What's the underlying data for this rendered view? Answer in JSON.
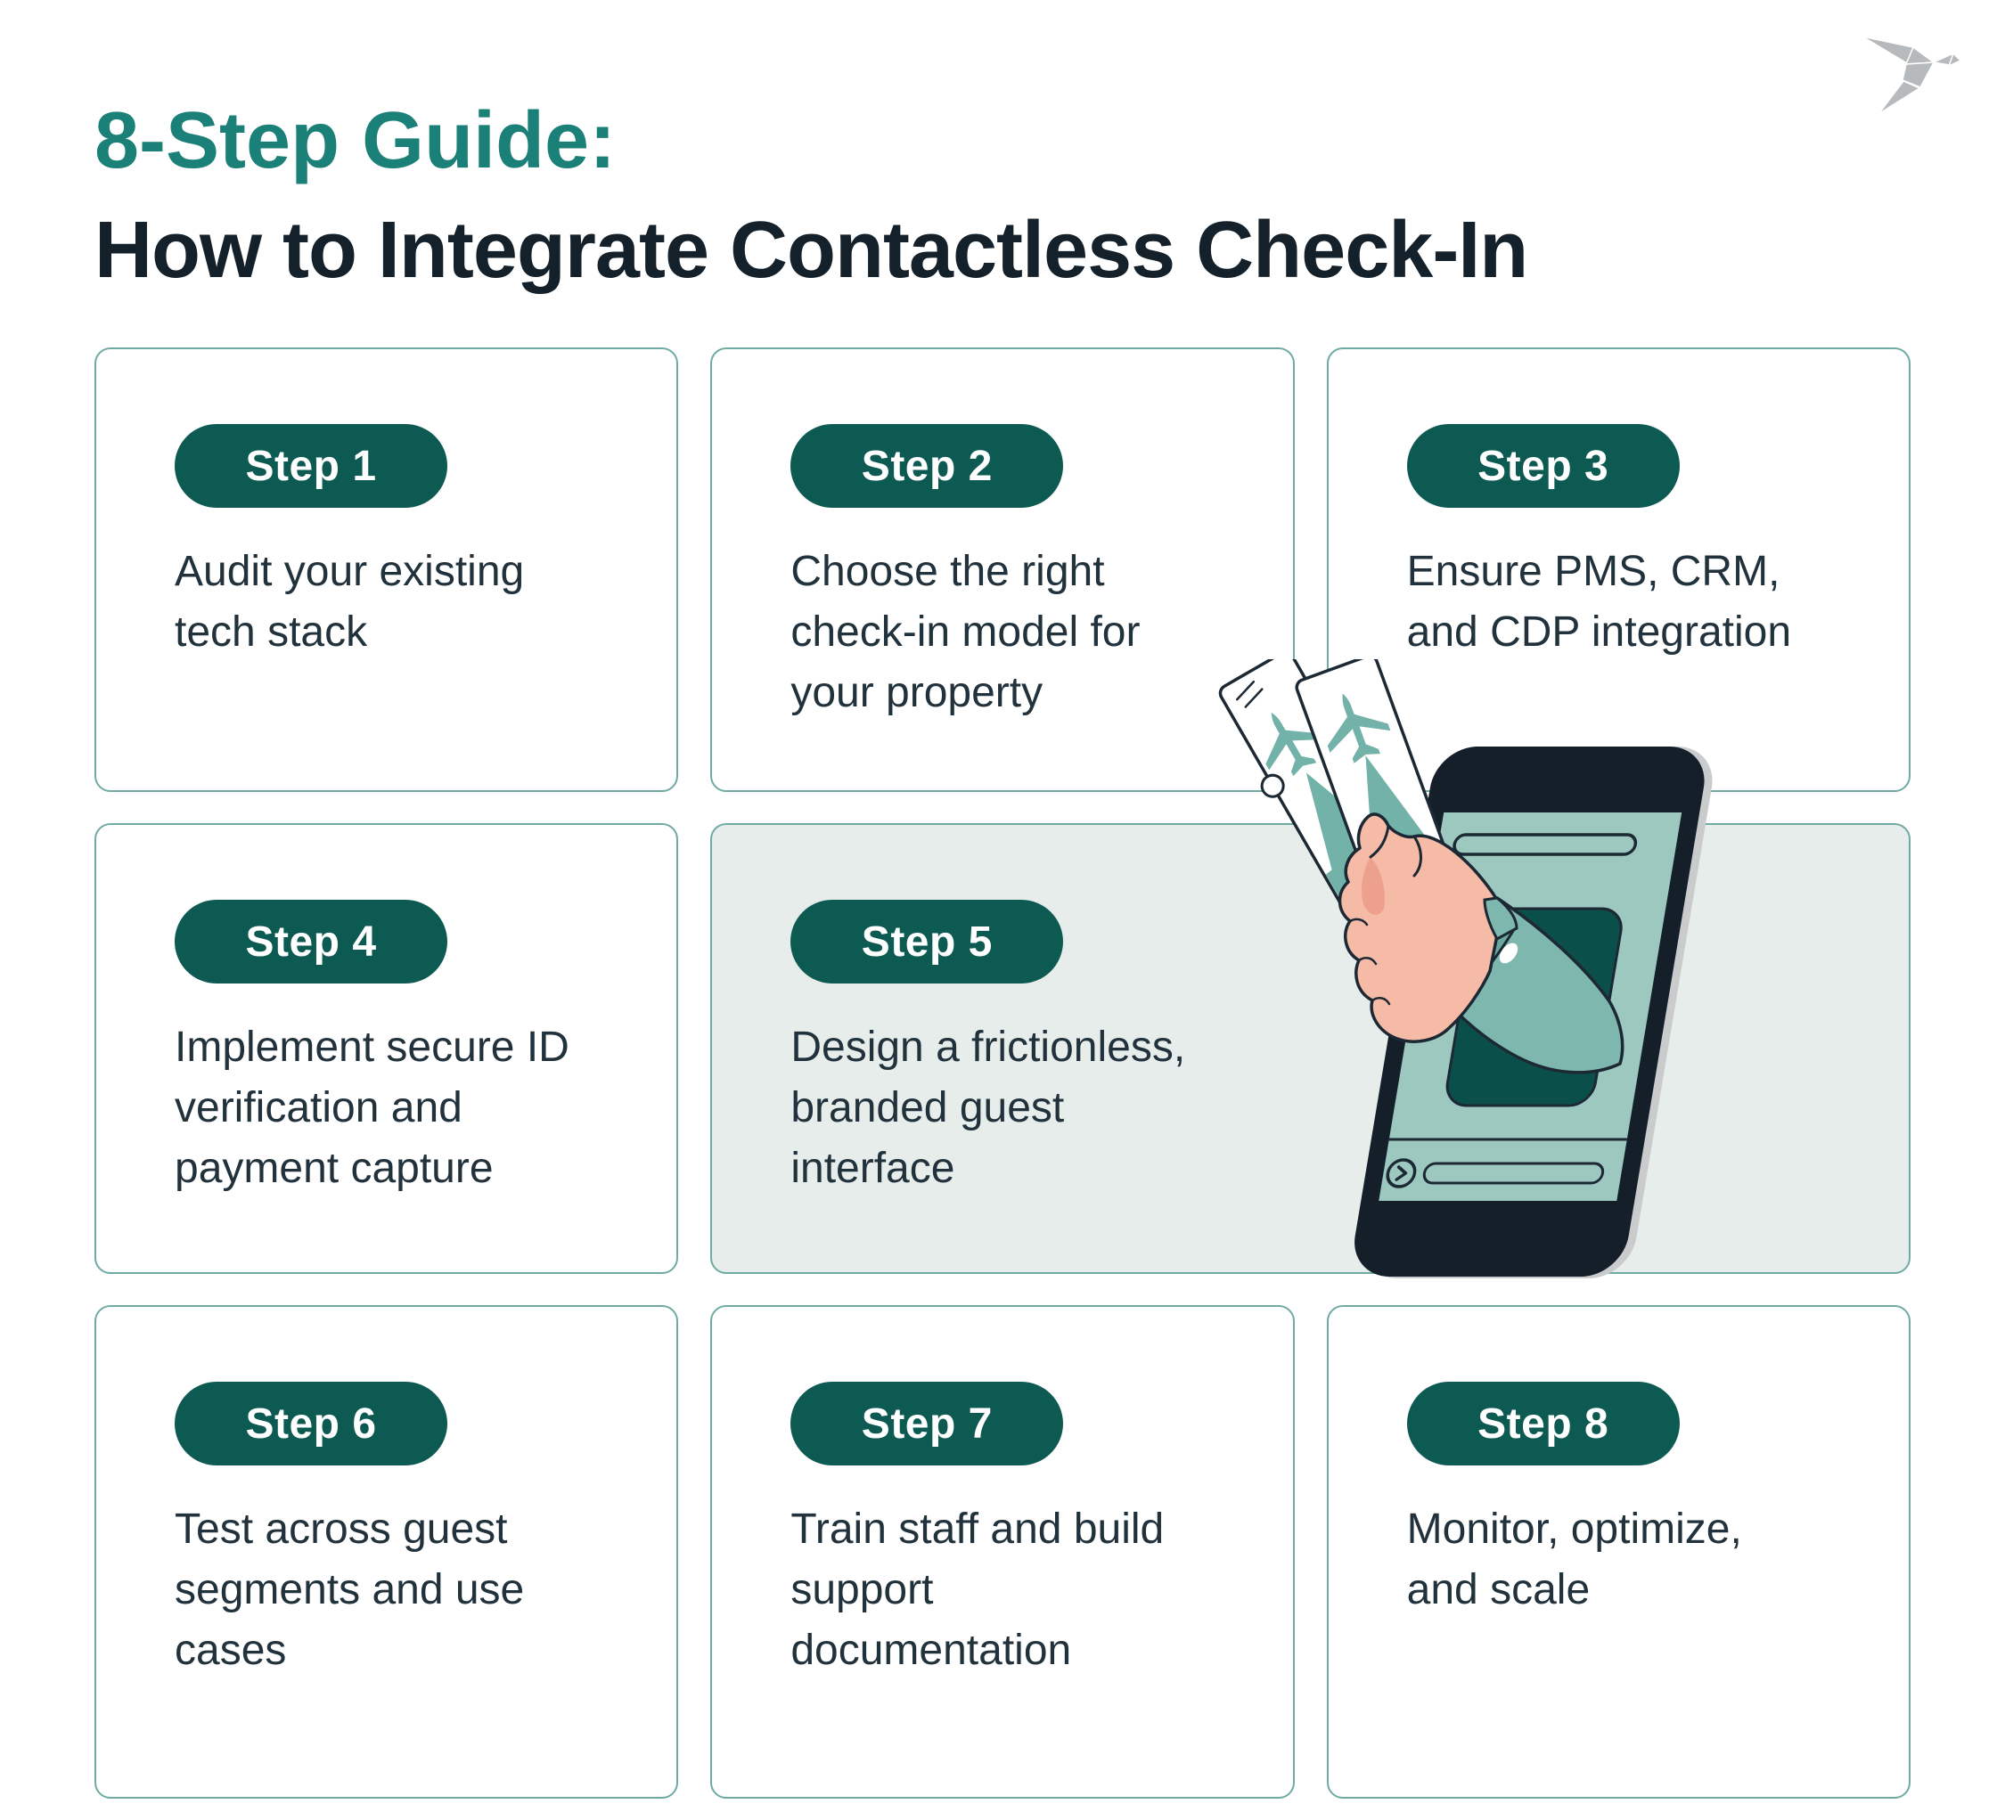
{
  "page": {
    "title_line1": "8-Step Guide:",
    "title_line2": "How to Integrate Contactless Check-In"
  },
  "logo": {
    "icon": "origami-bird-logo",
    "color": "#b7babd"
  },
  "steps": [
    {
      "label": "Step 1",
      "desc": "Audit your existing\ntech stack"
    },
    {
      "label": "Step 2",
      "desc": "Choose the right\ncheck-in model for\nyour property"
    },
    {
      "label": "Step 3",
      "desc": "Ensure PMS, CRM,\nand CDP integration"
    },
    {
      "label": "Step 4",
      "desc": "Implement secure ID\nverification and\npayment capture"
    },
    {
      "label": "Step 5",
      "desc": "Design a frictionless,\nbranded guest\ninterface"
    },
    {
      "label": "Step 6",
      "desc": "Test across guest\nsegments and use\ncases"
    },
    {
      "label": "Step 7",
      "desc": "Train staff and build\nsupport\ndocumentation"
    },
    {
      "label": "Step 8",
      "desc": "Monitor, optimize,\nand scale"
    }
  ],
  "illustration": {
    "icon": "phone-hand-tickets-illustration",
    "description": "Hand reaching out of a smartphone screen holding two airline tickets"
  },
  "colors": {
    "title_accent": "#1b8077",
    "title_main": "#14212a",
    "pill_background": "#0d5a53",
    "pill_text": "#ffffff",
    "card_border": "#6faaa3",
    "card_background": "#ffffff",
    "highlight_card_background": "#e7edea",
    "body_text": "#22323c",
    "phone_body": "#151f2a",
    "phone_screen": "#9cc8c0",
    "screen_panel": "#0b4f4a",
    "sleeve": "#7db7ad",
    "skin": "#f6bba6",
    "ticket_teal": "#72b2a9",
    "logo_grey": "#b7babd"
  }
}
